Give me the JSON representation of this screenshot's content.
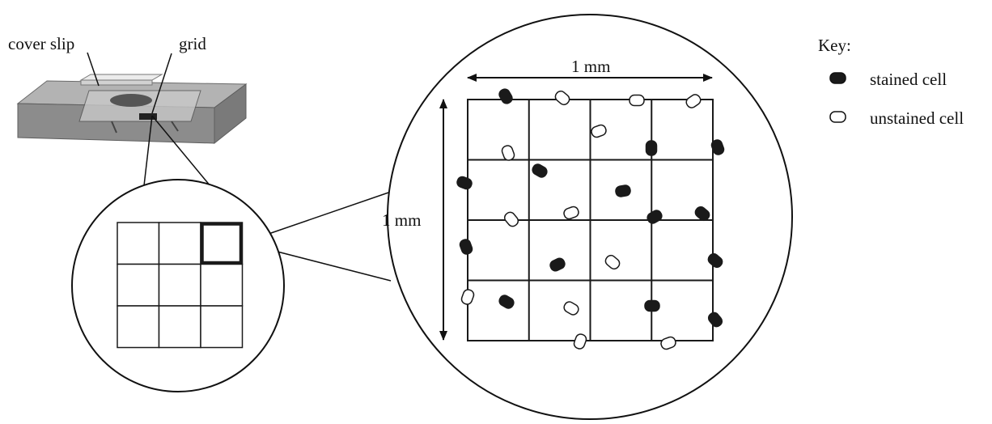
{
  "labels": {
    "cover_slip": "cover slip",
    "grid": "grid",
    "width_measure": "1 mm",
    "height_measure": "1 mm"
  },
  "key": {
    "title": "Key:",
    "items": [
      {
        "label": "stained cell",
        "symbol": "stained-cell-icon",
        "fill": "#1a1a1a"
      },
      {
        "label": "unstained cell",
        "symbol": "unstained-cell-icon",
        "fill": "#ffffff"
      }
    ]
  },
  "small_grid": {
    "rows": 3,
    "cols": 3,
    "highlighted_square": {
      "row": 1,
      "col": 3
    }
  },
  "large_grid": {
    "rows": 4,
    "cols": 4
  },
  "colors": {
    "line": "#1a1a1a",
    "slide": "#9a9a9a",
    "stained": "#1a1a1a",
    "unstained": "#ffffff"
  }
}
